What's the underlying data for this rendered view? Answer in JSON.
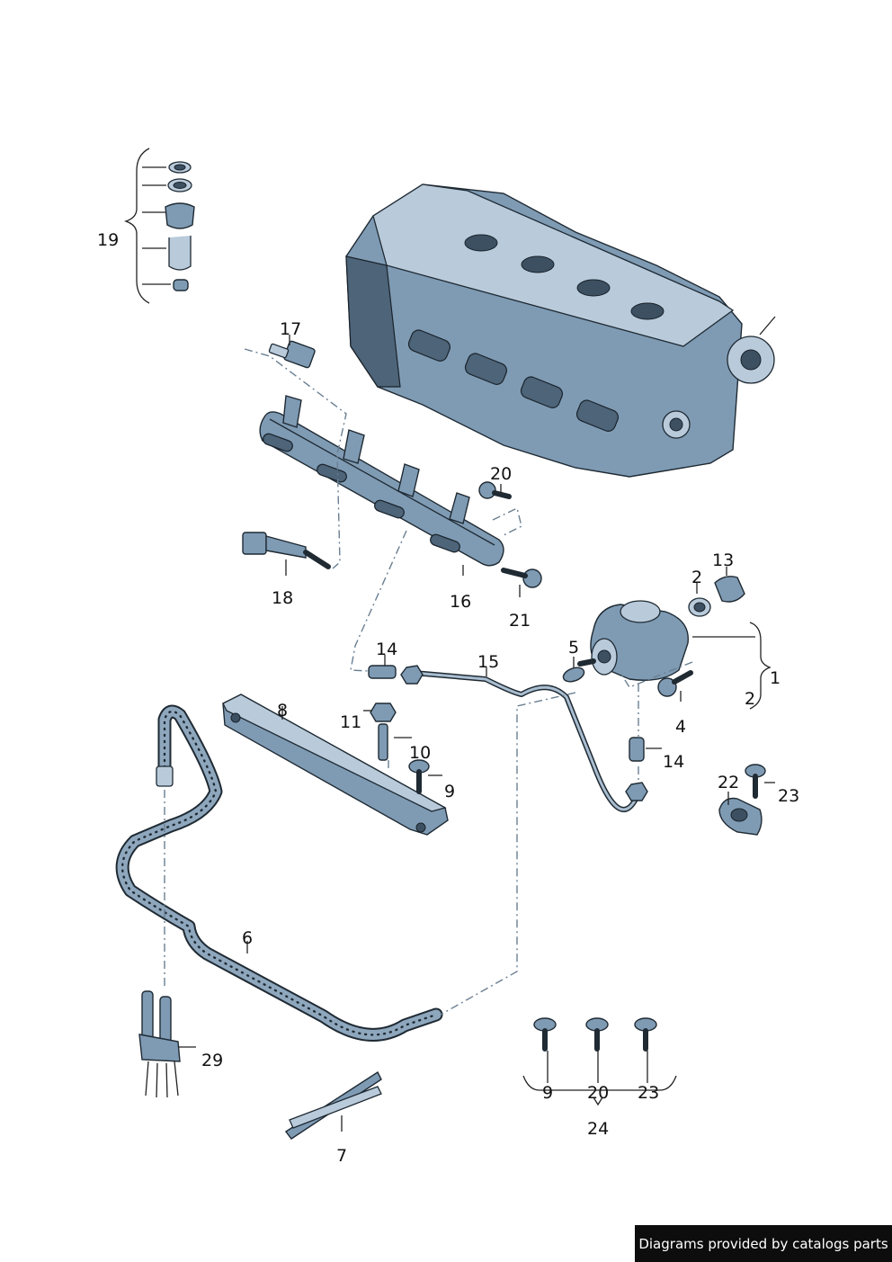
{
  "labels": {
    "l1": "1",
    "l2a": "2",
    "l2b": "2",
    "l4": "4",
    "l5": "5",
    "l6": "6",
    "l7": "7",
    "l8": "8",
    "l9a": "9",
    "l9b": "9",
    "l10": "10",
    "l11": "11",
    "l13": "13",
    "l14a": "14",
    "l14b": "14",
    "l15": "15",
    "l16": "16",
    "l17": "17",
    "l18": "18",
    "l19": "19",
    "l20a": "20",
    "l20b": "20",
    "l21": "21",
    "l22": "22",
    "l23a": "23",
    "l23b": "23",
    "l24": "24",
    "l29": "29"
  },
  "credit": "Diagrams provided by catalogs parts",
  "colors": {
    "part_fill": "#7f9bb4",
    "outline": "#1f2a33",
    "dash_line": "#6a7f92",
    "credit_bg": "#0d0d0d"
  }
}
